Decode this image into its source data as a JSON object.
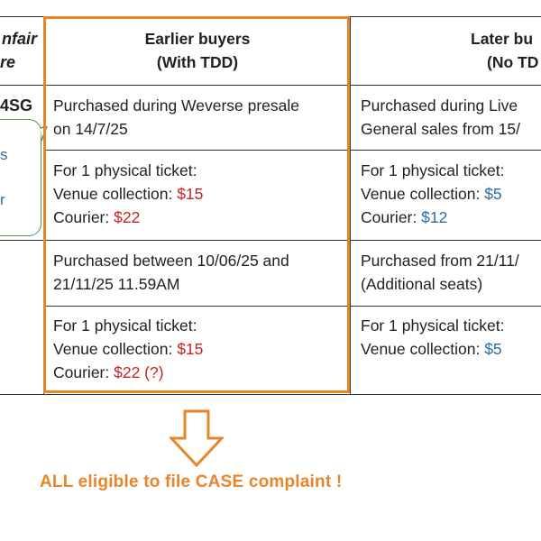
{
  "colors": {
    "highlight": "#e8852a",
    "price_red": "#cc1f1f",
    "price_blue": "#2b6da3",
    "bubble_border": "#4a9a4a"
  },
  "left_col": {
    "header_line1": "nfair",
    "header_line2": "re",
    "row1_fragment": "4SG",
    "bubble_line1": "s",
    "bubble_line2": "r"
  },
  "earlier": {
    "header_line1": "Earlier buyers",
    "header_line2": "(With TDD)",
    "row1_line1": "Purchased during Weverse presale",
    "row1_line2": "on 14/7/25",
    "row2_line1": "For 1 physical ticket:",
    "row2_venue_label": "Venue collection: ",
    "row2_venue_price": "$15",
    "row2_courier_label": "Courier: ",
    "row2_courier_price": "$22",
    "row3_line1": "Purchased between 10/06/25 and",
    "row3_line2": "21/11/25 11.59AM",
    "row4_line1": "For 1 physical ticket:",
    "row4_venue_label": "Venue collection: ",
    "row4_venue_price": "$15",
    "row4_courier_label": "Courier: ",
    "row4_courier_price": "$22 (?)"
  },
  "later": {
    "header_line1": "Later bu",
    "header_line2": "(No TD",
    "row1_line1": "Purchased during Live",
    "row1_line2": "General sales from 15/",
    "row2_line1": "For 1 physical ticket:",
    "row2_venue_label": "Venue collection: ",
    "row2_venue_price": "$5",
    "row2_courier_label": "Courier: ",
    "row2_courier_price": "$12",
    "row3_line1": "Purchased from 21/11/",
    "row3_line2": "(Additional seats)",
    "row4_line1": "For 1 physical ticket:",
    "row4_venue_label": "Venue collection: ",
    "row4_venue_price": "$5"
  },
  "arrow_icon": "down-arrow-outline-icon",
  "cta_text": "ALL eligible to file CASE complaint !"
}
